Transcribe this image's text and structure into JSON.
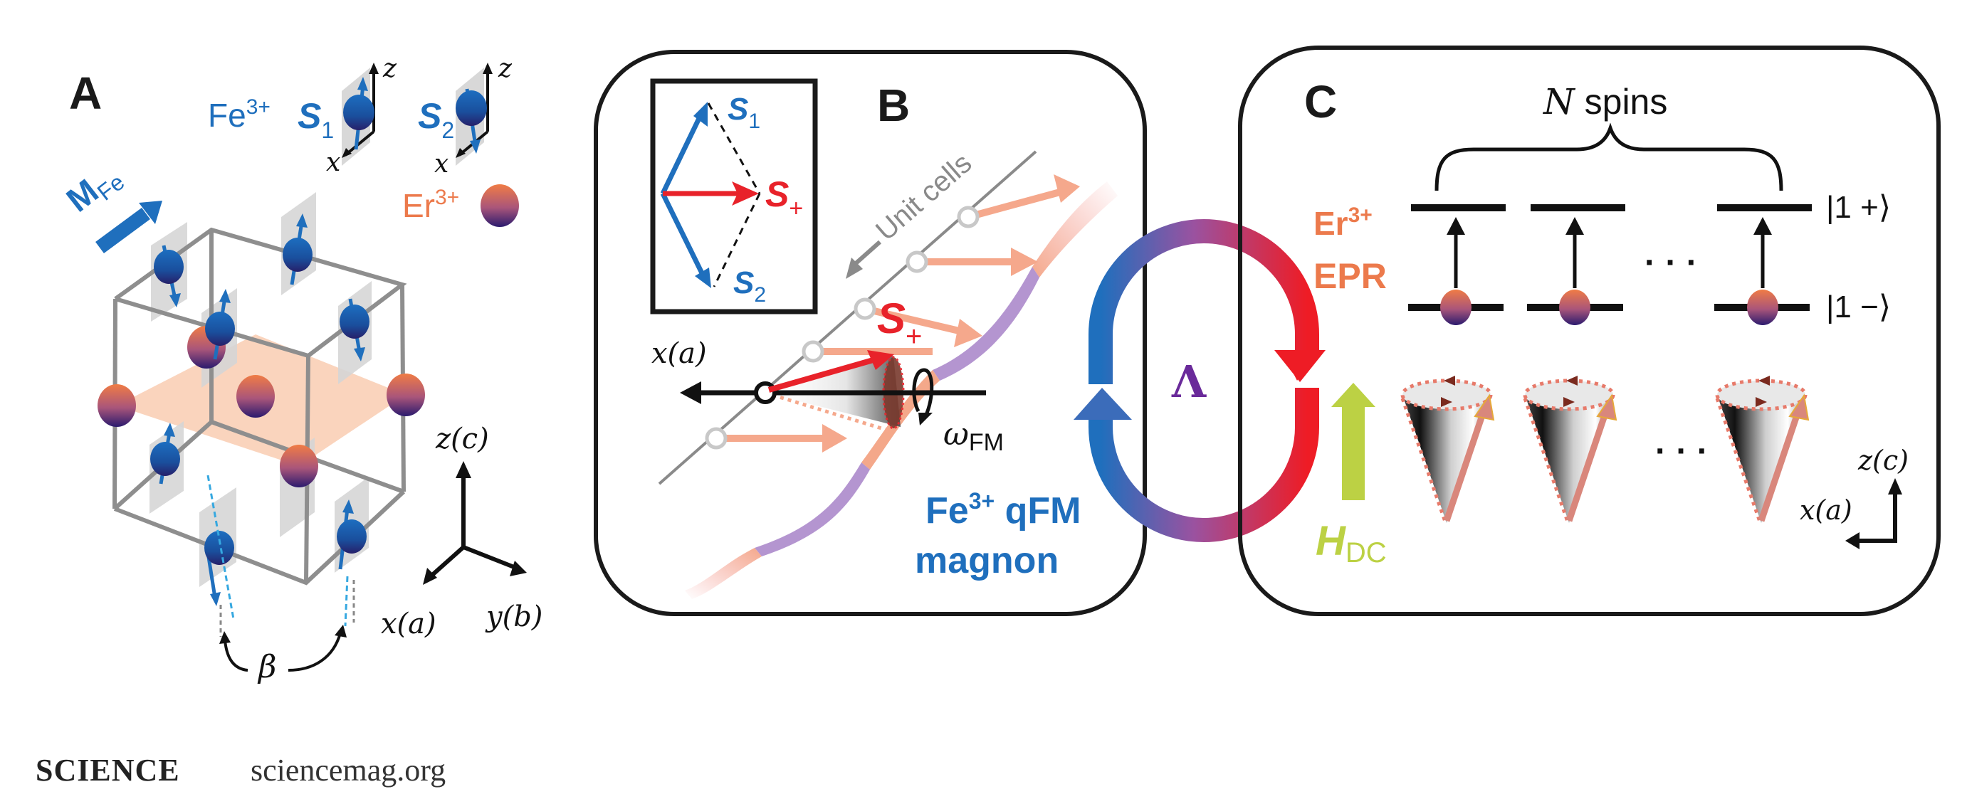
{
  "figure": {
    "panels": {
      "a": {
        "label": "A",
        "fe_ion": "Fe",
        "fe_charge": "3+",
        "s1": "S",
        "s1_sub": "1",
        "s2": "S",
        "s2_sub": "2",
        "local_axis_z": "z",
        "local_axis_x": "x",
        "er_ion": "Er",
        "er_charge": "3+",
        "magnetization": "M",
        "magnetization_sub": "Fe",
        "axis_z": "z(c)",
        "axis_x": "x(a)",
        "axis_y": "y(b)",
        "canting_angle": "β"
      },
      "b": {
        "label": "B",
        "inset_s1": "S",
        "inset_s1_sub": "1",
        "inset_s2": "S",
        "inset_s2_sub": "2",
        "inset_splus": "S",
        "inset_splus_sub": "+",
        "unit_cells": "Unit cells",
        "splus": "S",
        "splus_sub": "+",
        "axis_x": "x(a)",
        "omega": "ω",
        "omega_sub": "FM",
        "title_line1_ion": "Fe",
        "title_line1_charge": "3+",
        "title_line1_rest": " qFM",
        "title_line2": "magnon"
      },
      "coupling": {
        "symbol": "Λ"
      },
      "c": {
        "label": "C",
        "n_spins_var": "N",
        "n_spins_rest": " spins",
        "er_ion": "Er",
        "er_charge": "3+",
        "epr": "EPR",
        "ket_upper": "|1 +⟩",
        "ket_lower": "|1 −⟩",
        "ellipsis": "· · ·",
        "field_var": "H",
        "field_sub": "DC",
        "axis_z": "z(c)",
        "axis_x": "x(a)"
      }
    },
    "colors": {
      "fe_blue": "#1f6fbd",
      "er_orange": "#ec7a4c",
      "er_dark": "#2b1a6e",
      "magnon_red": "#e8222a",
      "coupling_purple": "#6a2a9a",
      "field_green": "#bcd144",
      "plane_peach": "#f9cdb1"
    }
  },
  "footer": {
    "brand": "SCIENCE",
    "site": "sciencemag.org"
  }
}
